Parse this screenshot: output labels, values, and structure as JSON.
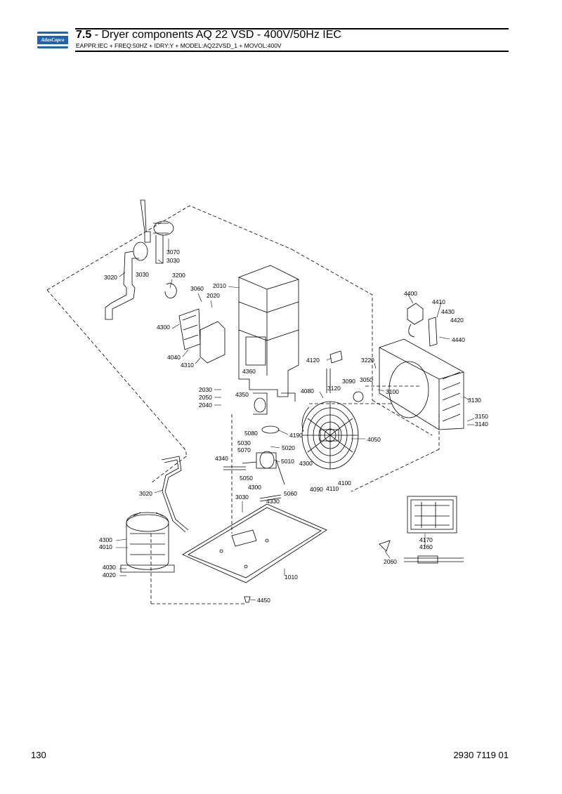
{
  "header": {
    "logo_text": "AtlasCopco",
    "section_number": "7.5",
    "title": " - Dryer components AQ 22 VSD - 400V/50Hz IEC",
    "subtitle": "EAPPR:IEC + FREQ:50HZ + IDRY:Y + MODEL:AQ22VSD_1 + MOVOL:400V"
  },
  "diagram": {
    "labels": [
      "3070",
      "3030",
      "3020",
      "3030",
      "3200",
      "3060",
      "2010",
      "2020",
      "4300",
      "4040",
      "4310",
      "2030",
      "2050",
      "2040",
      "4360",
      "4350",
      "4120",
      "4080",
      "3220",
      "3090",
      "3050",
      "3120",
      "3100",
      "4400",
      "4410",
      "4430",
      "4420",
      "4440",
      "3130",
      "3150",
      "3140",
      "5080",
      "4190",
      "5030",
      "5070",
      "5020",
      "4340",
      "5010",
      "4300",
      "5050",
      "4300",
      "5060",
      "4050",
      "4100",
      "4110",
      "4090",
      "3020",
      "3030",
      "4330",
      "4300",
      "4010",
      "4030",
      "4020",
      "1010",
      "4450",
      "4170",
      "4160",
      "2060"
    ]
  },
  "footer": {
    "page_number": "130",
    "doc_number": "2930 7119 01"
  },
  "colors": {
    "logo_blue": "#1f63ad",
    "line": "#000000"
  }
}
